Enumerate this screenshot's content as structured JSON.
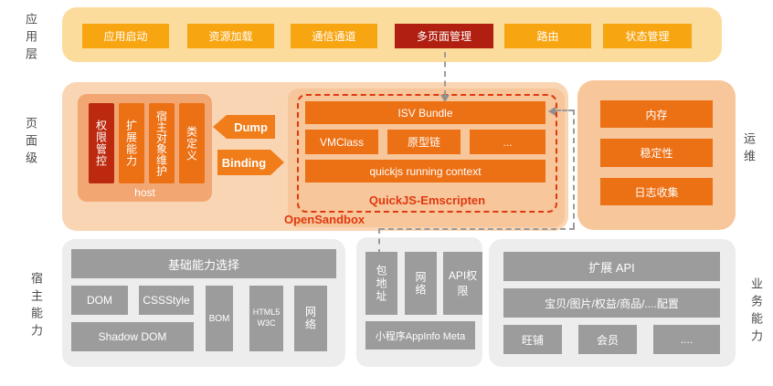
{
  "colors": {
    "cream_container": "#FCDC9C",
    "amber_button": "#F8A512",
    "deep_red": "#B01F10",
    "peach_outer": "#FAD5B3",
    "peach_inner": "#F7C69B",
    "host_box": "#F2A672",
    "orange_box": "#EC7014",
    "arrow_orange": "#F07D1A",
    "sandbox_red": "#E0390F",
    "gray_container": "#EDEDED",
    "gray_box": "#9C9C9C",
    "side_label_text": "#4A4A4A",
    "connector_gray": "#9B9B9B"
  },
  "app_layer": {
    "label": "应用层",
    "buttons": [
      "应用启动",
      "资源加载",
      "通信通道",
      "多页面管理",
      "路由",
      "状态管理"
    ],
    "highlighted": "多页面管理"
  },
  "page_layer": {
    "label": "页面级",
    "host": {
      "label": "host",
      "columns": [
        "权限管控",
        "扩展能力",
        "宿主对象维护",
        "类定义"
      ],
      "highlighted": "权限管控"
    },
    "arrows": {
      "dump": "Dump",
      "binding": "Binding"
    },
    "sandbox": {
      "label": "OpenSandbox",
      "quickjs": {
        "label": "QuickJS-Emscripten",
        "isv_bundle": "ISV Bundle",
        "cells": [
          "VMClass",
          "原型链",
          "..."
        ],
        "context": "quickjs running context"
      }
    },
    "ops": {
      "label": "运维",
      "items": [
        "内存",
        "稳定性",
        "日志收集"
      ]
    }
  },
  "host_layer": {
    "label": "宿主能力",
    "base": {
      "header": "基础能力选择",
      "dom": "DOM",
      "cssstyle": "CSSStyle",
      "shadow_dom": "Shadow DOM",
      "bom": "BOM",
      "html5": "HTML5 W3C",
      "network": "网络"
    },
    "meta": {
      "columns": [
        "包地址",
        "网络",
        "API权限"
      ],
      "footer": "小程序AppInfo Meta"
    },
    "biz": {
      "label": "业务能力",
      "header": "扩展 API",
      "config": "宝贝/图片/权益/商品/....配置",
      "items": [
        "旺铺",
        "会员",
        "...."
      ]
    }
  }
}
